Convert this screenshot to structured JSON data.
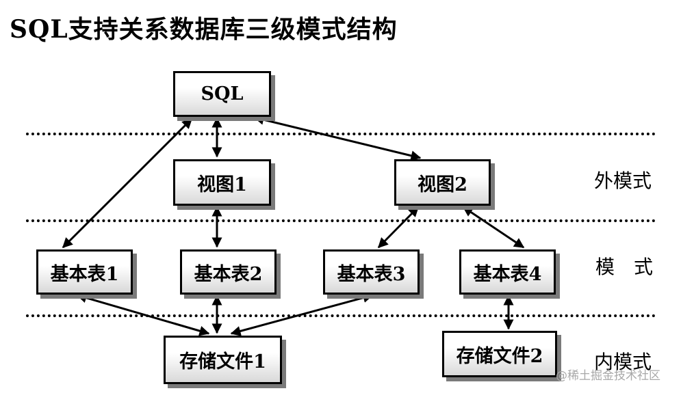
{
  "title": "SQL支持关系数据库三级模式结构",
  "nodes": {
    "sql": "SQL",
    "view1": "视图1",
    "view2": "视图2",
    "table1": "基本表1",
    "table2": "基本表2",
    "table3": "基本表3",
    "table4": "基本表4",
    "storage1": "存储文件1",
    "storage2": "存储文件2"
  },
  "levels": {
    "external": "外模式",
    "conceptual": "模　式",
    "internal": "内模式"
  },
  "watermark": "@稀土掘金技术社区",
  "colors": {
    "line": "#000000",
    "shadow": "#7a7a7a",
    "box_fill_bottom": "#d9d9d9"
  }
}
